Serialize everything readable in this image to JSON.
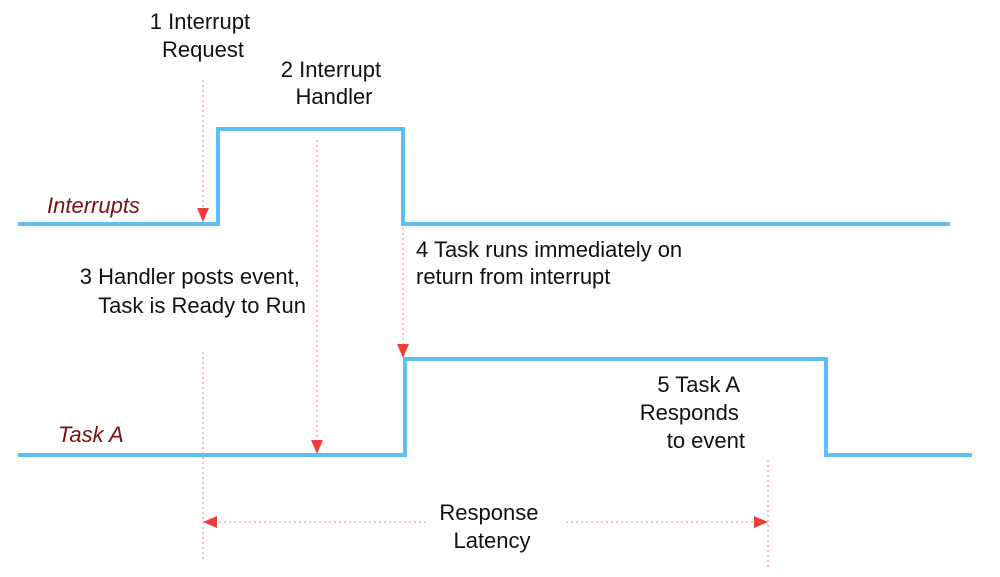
{
  "signals": {
    "interrupts": "Interrupts",
    "task_a": "Task A"
  },
  "events": {
    "e1": [
      "1 Interrupt",
      "Request"
    ],
    "e2": [
      "2 Interrupt",
      "Handler"
    ],
    "e3": [
      "3 Handler posts event,",
      "Task is Ready to Run"
    ],
    "e4": [
      "4 Task runs immediately on",
      "return from interrupt"
    ],
    "e5": [
      "5 Task A",
      "Responds",
      "to event"
    ]
  },
  "latency": [
    "Response",
    "Latency"
  ],
  "colors": {
    "waveform": "#5ec0f0",
    "arrow": "#f23b3b",
    "signal_label": "#7a1010",
    "text": "#111111"
  }
}
